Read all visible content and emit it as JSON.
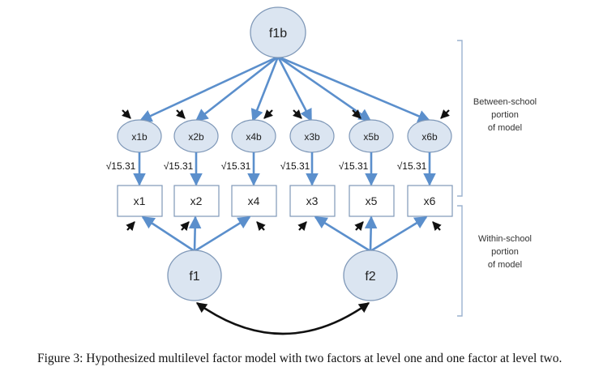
{
  "diagram": {
    "top_factor": "f1b",
    "between_nodes": [
      "x1b",
      "x2b",
      "x4b",
      "x3b",
      "x5b",
      "x6b"
    ],
    "observed_nodes": [
      "x1",
      "x2",
      "x4",
      "x3",
      "x5",
      "x6"
    ],
    "loading_label": "√15.31",
    "within_factors": [
      "f1",
      "f2"
    ],
    "between_label": [
      "Between-school",
      "portion",
      "of model"
    ],
    "within_label": [
      "Within-school",
      "portion",
      "of model"
    ]
  },
  "caption": "Figure 3: Hypothesized multilevel factor model with two factors at level one and one factor at level two.",
  "colors": {
    "node_fill": "#dbe5f1",
    "node_stroke": "#7f98b8",
    "arrow": "#5b8fcc",
    "residual": "#111111",
    "bracket": "#9bb2cf"
  }
}
